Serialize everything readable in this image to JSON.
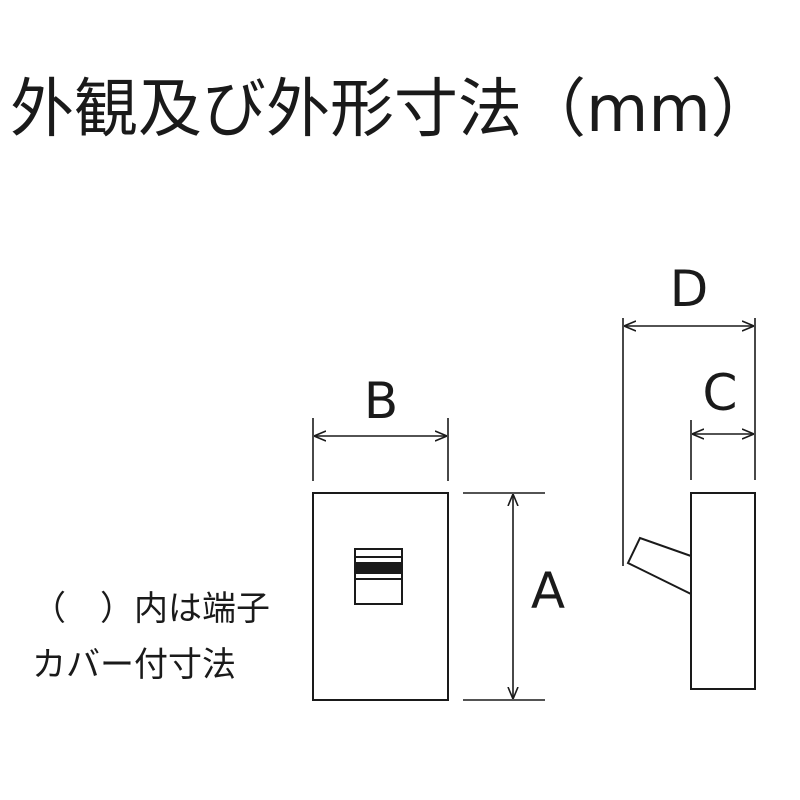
{
  "title": "外観及び外形寸法（mm）",
  "note": {
    "line1": "（　）内は端子",
    "line2": "カバー付寸法"
  },
  "labels": {
    "a": "A",
    "b": "B",
    "c": "C",
    "d": "D"
  },
  "colors": {
    "line": "#1a1a1a",
    "background": "#ffffff"
  }
}
